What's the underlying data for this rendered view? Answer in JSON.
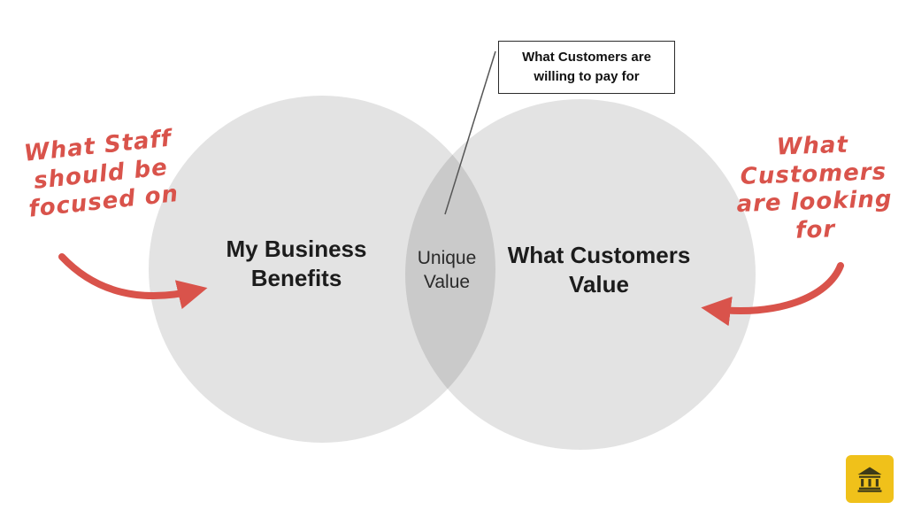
{
  "diagram": {
    "left_circle_label": "My Business Benefits",
    "right_circle_label": "What Customers Value",
    "overlap_label": "Unique Value",
    "callout": {
      "line1": "What Customers are",
      "line2": "willing to pay for"
    },
    "annotations": {
      "left": {
        "lines": [
          "What Staff",
          "should be",
          "focused on"
        ]
      },
      "right": {
        "lines": [
          "What",
          "Customers",
          "are looking",
          "for"
        ]
      }
    },
    "icons": {
      "badge": "bank-icon"
    },
    "colors": {
      "circle_gray": "#e3e3e3",
      "overlap_gray": "#d2d2d2",
      "annotation_red": "#d9534b",
      "badge_yellow": "#f0c11a",
      "callout_border": "#2b2b2b"
    }
  }
}
